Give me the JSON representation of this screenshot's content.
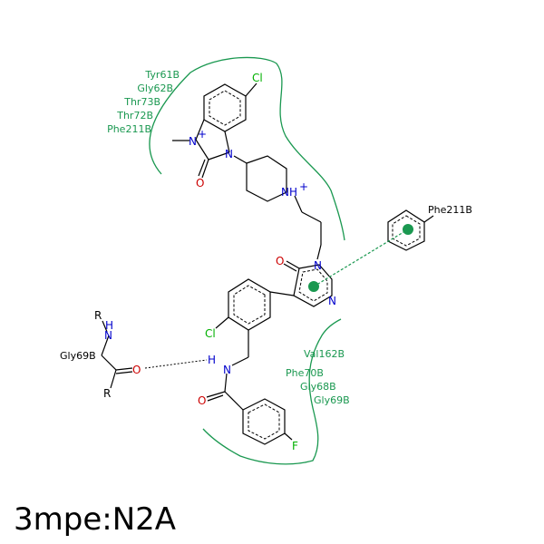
{
  "diagram": {
    "caption": "3mpe:N2A",
    "residue_groups": {
      "top_left": [
        "Tyr61B",
        "Gly62B",
        "Thr73B",
        "Thr72B",
        "Phe211B"
      ],
      "bottom_right": [
        "Val162B",
        "Phe70B",
        "Gly68B",
        "Gly69B"
      ]
    },
    "pi_partner": "Phe211B",
    "hbond_partner": "Gly69B",
    "atoms": {
      "cl_top": "Cl",
      "cl_mid": "Cl",
      "n_methyl": "N",
      "n_imid": "N",
      "o_imid": "O",
      "n_pip": "NH",
      "n_pip_sup": "+",
      "n_pyr1": "N",
      "n_pyr2": "N",
      "o_pyr": "O",
      "n_amide": "N",
      "h_amide": "H",
      "o_amide": "O",
      "f": "F",
      "r1": "R",
      "n_res": "N",
      "h_res": "H",
      "o_res": "O",
      "r2": "R",
      "n_methyl_sup": "+"
    },
    "colors": {
      "hydrophobic": "#1a9850",
      "nitrogen": "#0000cc",
      "oxygen": "#cc0000",
      "halogen": "#00b000",
      "pi_center": "#1a9850"
    }
  }
}
